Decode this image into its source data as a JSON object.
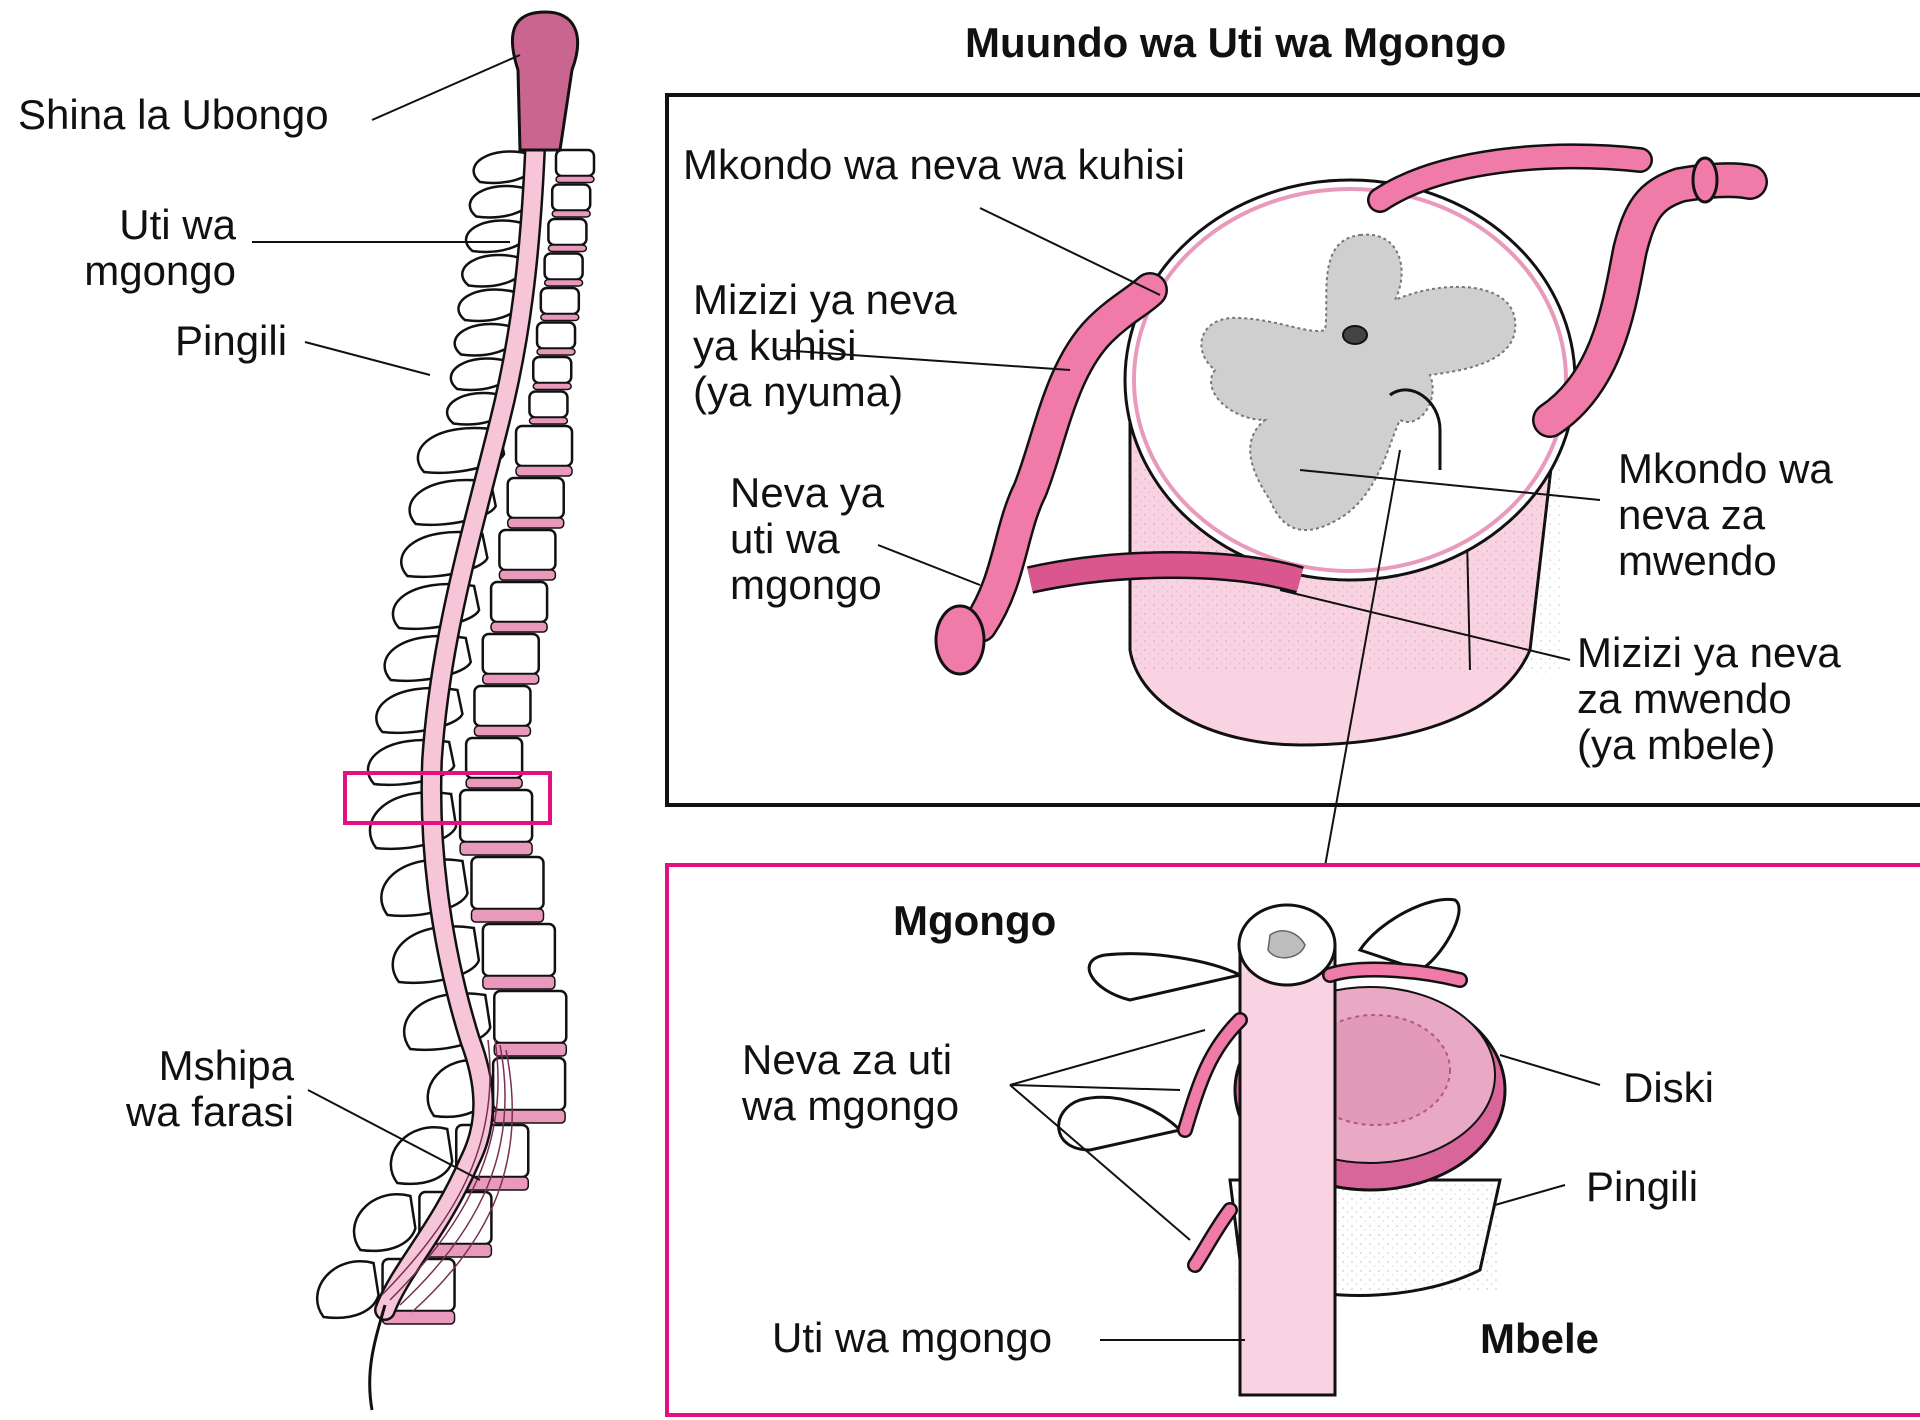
{
  "title": "Muundo wa Uti wa Mgongo",
  "colors": {
    "accent_pink": "#e3117f",
    "tissue_pink": "#f07aa8",
    "light_pink": "#f9d3e1",
    "dark_pink": "#c9658e",
    "gray_matter": "#cfcfcf",
    "outline": "#111111"
  },
  "left_labels": {
    "brainstem": "Shina la Ubongo",
    "spinal_cord": "Uti wa\nmgongo",
    "vertebra": "Pingili",
    "cauda_equina": "Mshipa\nwa farasi"
  },
  "cross_section": {
    "sensory_tract": "Mkondo wa neva wa kuhisi",
    "dorsal_root": "Mizizi ya neva\nya kuhisi\n(ya nyuma)",
    "spinal_nerve": "Neva ya\nuti wa\nmgongo",
    "motor_tract": "Mkondo wa\nneva za\nmwendo",
    "ventral_root": "Mizizi ya neva\nza mwendo\n(ya mbele)"
  },
  "vertebra_view": {
    "back": "Mgongo",
    "spinal_nerves": "Neva za uti\nwa mgongo",
    "disc": "Diski",
    "vertebra": "Pingili",
    "spinal_cord": "Uti wa mgongo",
    "front": "Mbele"
  }
}
